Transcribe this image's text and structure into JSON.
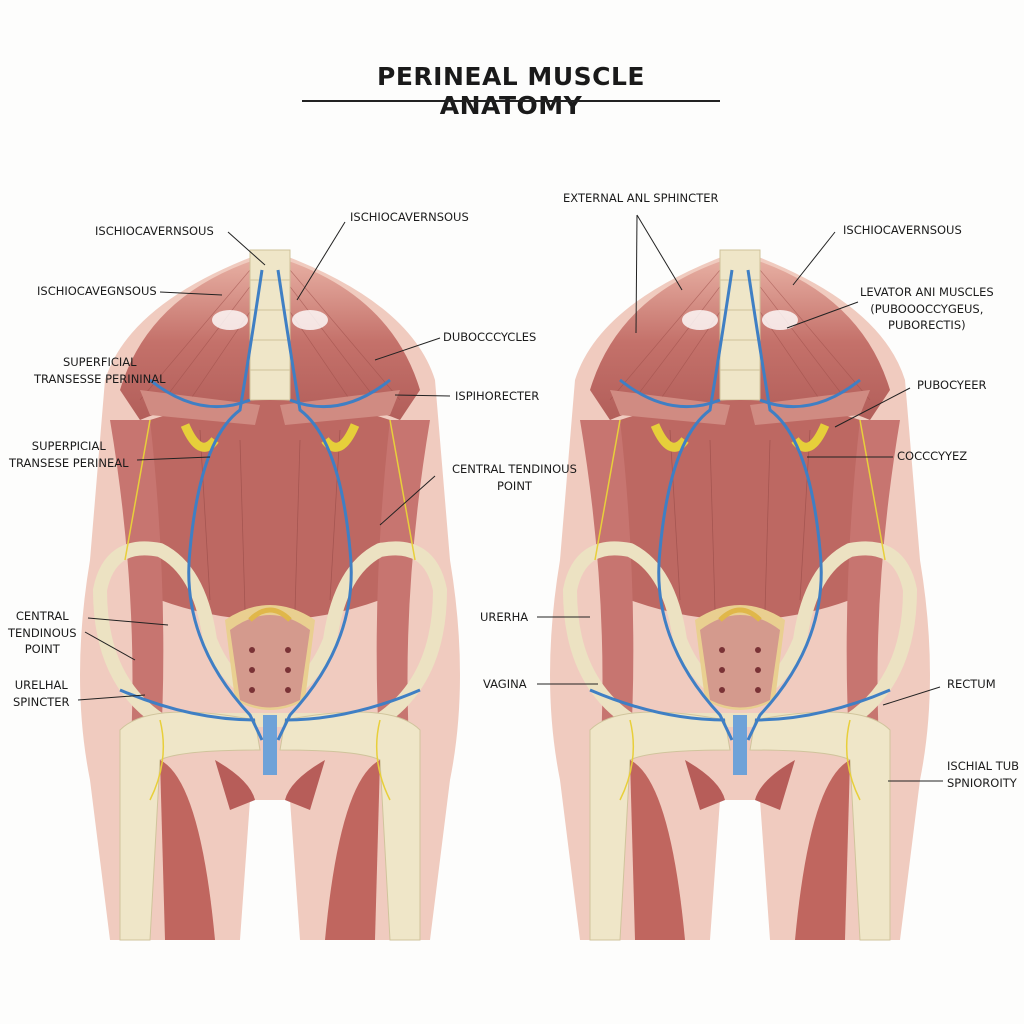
{
  "title": "PERINEAL MUSCLE ANATOMY",
  "left_figure": {
    "labels": [
      {
        "lines": [
          "ISCHIOCAVERNSOUS"
        ]
      },
      {
        "lines": [
          "ISCHIOCAVERNSOUS"
        ]
      },
      {
        "lines": [
          "ISCHIOCAVEGNSOUS"
        ]
      },
      {
        "lines": [
          "SUPERFICIAL",
          "TRANSESSE PERININAL"
        ]
      },
      {
        "lines": [
          "DUBOCCCYCLES"
        ]
      },
      {
        "lines": [
          "ISPIHORECTER"
        ]
      },
      {
        "lines": [
          "SUPERPICIAL",
          "TRANSESE PERINEAL"
        ]
      },
      {
        "lines": [
          "CENTRAL TENDINOUS",
          "POINT"
        ]
      },
      {
        "lines": [
          "CENTRAL",
          "TENDINOUS",
          "POINT"
        ]
      },
      {
        "lines": [
          "URELHAL",
          "SPINCTER"
        ]
      }
    ]
  },
  "right_figure": {
    "labels": [
      {
        "lines": [
          "EXTERNAL ANL SPHINCTER"
        ]
      },
      {
        "lines": [
          "ISCHIOCAVERNSOUS"
        ]
      },
      {
        "lines": [
          "LEVATOR ANI MUSCLES",
          "(PUBOOOCCYGEUS,",
          "PUBORECTIS)"
        ]
      },
      {
        "lines": [
          "PUBOCYEER"
        ]
      },
      {
        "lines": [
          "COCCCYYEZ"
        ]
      },
      {
        "lines": [
          "URERHA"
        ]
      },
      {
        "lines": [
          "VAGINA"
        ]
      },
      {
        "lines": [
          "RECTUM"
        ]
      },
      {
        "lines": [
          "ISCHIAL TUB",
          "SPNIOROITY"
        ]
      }
    ]
  },
  "colors": {
    "skin": "#efc9bd",
    "muscle": "#c06a63",
    "bone": "#efe6c8",
    "vessel": "#3f7fc4",
    "nerve": "#e8cf3a"
  }
}
